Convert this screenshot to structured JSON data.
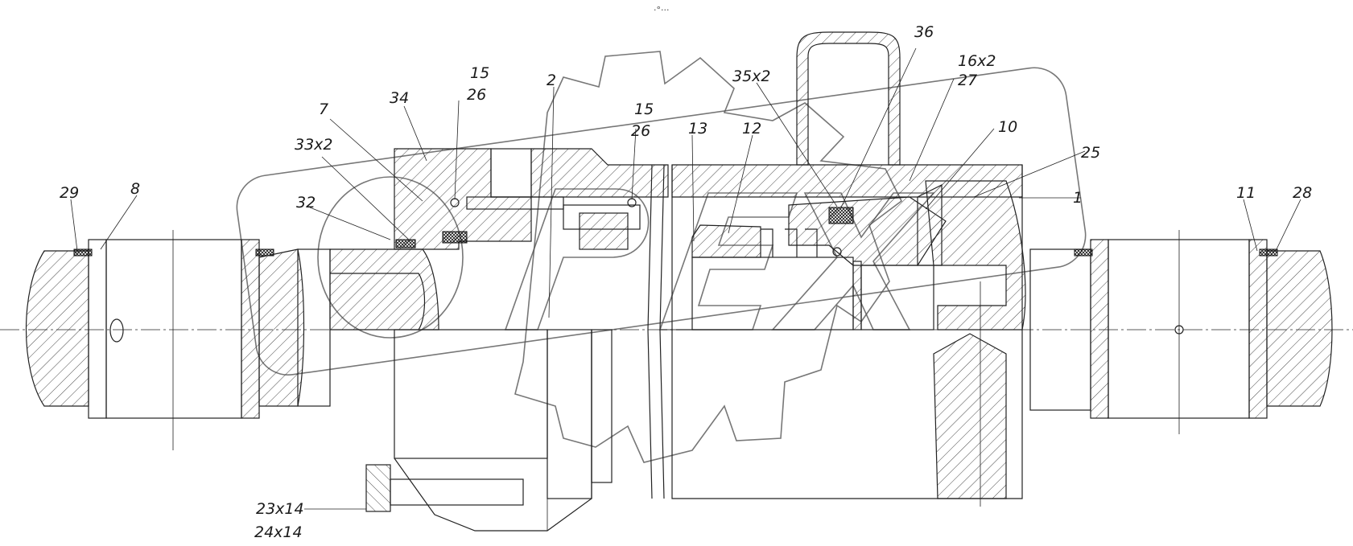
{
  "colors": {
    "line": "#222222",
    "watermark": "#555555",
    "background": "#ffffff"
  },
  "header_mark": "·°···",
  "watermark": {
    "letters": "OPEX"
  },
  "callouts": [
    {
      "id": "c29",
      "text": "29"
    },
    {
      "id": "c8",
      "text": "8"
    },
    {
      "id": "c32",
      "text": "32"
    },
    {
      "id": "c33x2",
      "text": "33x2"
    },
    {
      "id": "c7",
      "text": "7"
    },
    {
      "id": "c34",
      "text": "34"
    },
    {
      "id": "c15a",
      "text": "15"
    },
    {
      "id": "c26a",
      "text": "26"
    },
    {
      "id": "c2",
      "text": "2"
    },
    {
      "id": "c15b",
      "text": "15"
    },
    {
      "id": "c26b",
      "text": "26"
    },
    {
      "id": "c13",
      "text": "13"
    },
    {
      "id": "c12",
      "text": "12"
    },
    {
      "id": "c35x2",
      "text": "35x2"
    },
    {
      "id": "c36",
      "text": "36"
    },
    {
      "id": "c16x2",
      "text": "16x2"
    },
    {
      "id": "c27",
      "text": "27"
    },
    {
      "id": "c10",
      "text": "10"
    },
    {
      "id": "c25",
      "text": "25"
    },
    {
      "id": "c1",
      "text": "1"
    },
    {
      "id": "c11",
      "text": "11"
    },
    {
      "id": "c28",
      "text": "28"
    },
    {
      "id": "c23x14",
      "text": "23x14"
    },
    {
      "id": "c24x14",
      "text": "24x14"
    }
  ]
}
